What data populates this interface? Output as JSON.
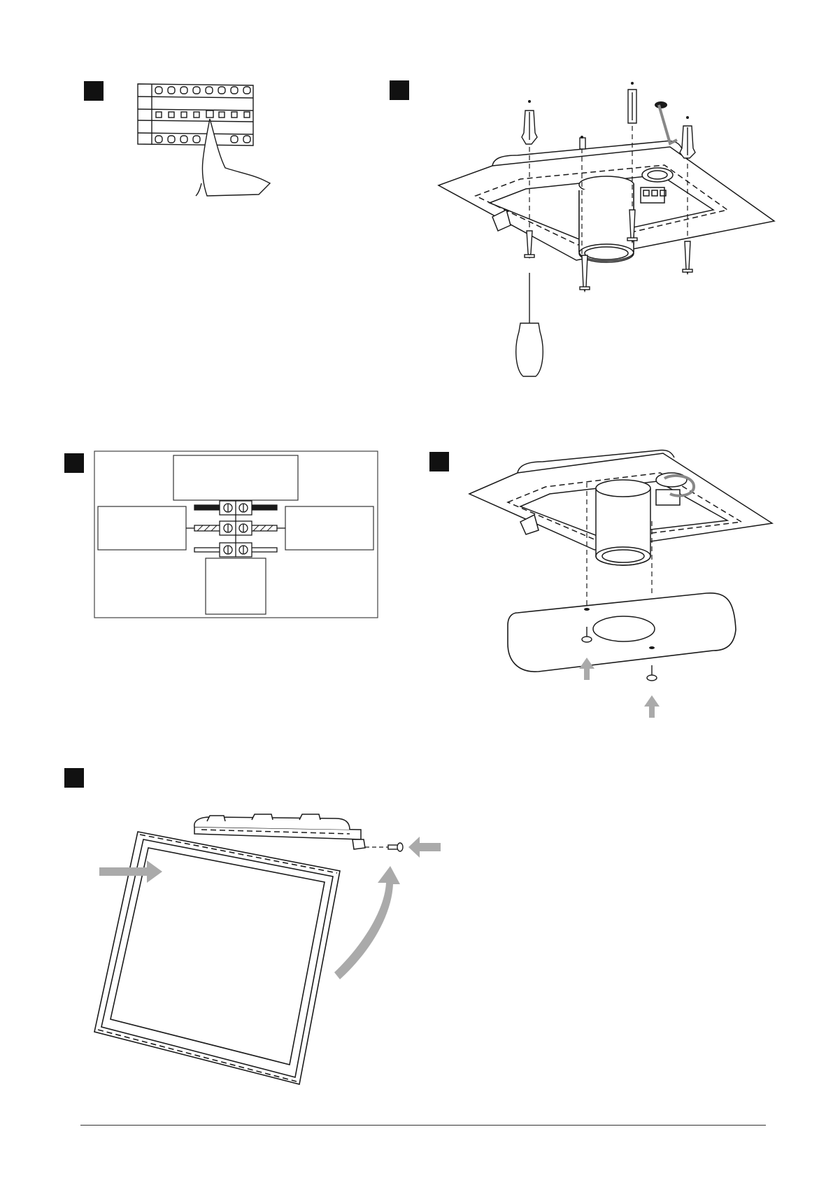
{
  "page": {
    "background": "#ffffff",
    "ink_color": "#1a1a1a",
    "arrow_color": "#aaaaaa",
    "marker_color": "#111111"
  },
  "steps": [
    {
      "id": "step-1",
      "label": "",
      "illustration": "switch-off-breaker"
    },
    {
      "id": "step-2",
      "label": "",
      "illustration": "drill-and-fix-base"
    },
    {
      "id": "step-3",
      "label": "",
      "illustration": "wiring-terminal-block"
    },
    {
      "id": "step-4",
      "label": "",
      "illustration": "attach-cover-plate"
    },
    {
      "id": "step-5",
      "label": "",
      "illustration": "mount-panel"
    }
  ],
  "wiring_diagram": {
    "boxes": [
      "",
      "",
      "",
      ""
    ]
  },
  "icons": [
    "breaker-panel-icon",
    "hand-icon",
    "wall-plug-icon",
    "screw-icon",
    "screwdriver-icon",
    "drill-bit-icon",
    "terminal-block-icon",
    "arrow-icon",
    "panel-icon"
  ]
}
